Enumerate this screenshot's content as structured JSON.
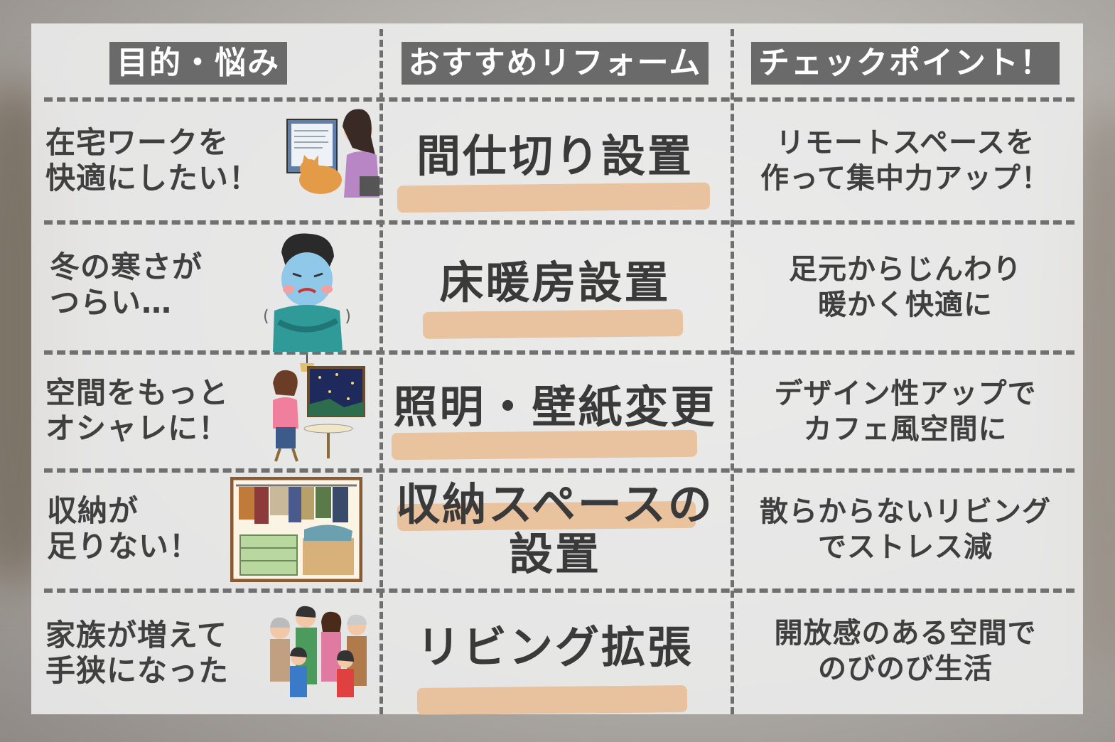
{
  "headers": {
    "purpose": "目的・悩み",
    "reform": "おすすめリフォーム",
    "check": "チェックポイント！"
  },
  "rows": [
    {
      "purpose": "在宅ワークを\n快適にしたい！",
      "reform": "間仕切り設置",
      "check": "リモートスペースを\n作って集中力アップ！",
      "illustration": "woman-at-laptop-with-cat-icon"
    },
    {
      "purpose": "冬の寒さが\nつらい…",
      "reform": "床暖房設置",
      "check": "足元からじんわり\n暖かく快適に",
      "illustration": "shivering-man-icon"
    },
    {
      "purpose": "空間をもっと\nオシャレに！",
      "reform": "照明・壁紙変更",
      "check": "デザイン性アップで\nカフェ風空間に",
      "illustration": "woman-in-cafe-icon"
    },
    {
      "purpose": "収納が\n足りない！",
      "reform": "収納スペースの\n設置",
      "check": "散らからないリビング\nでストレス減",
      "illustration": "messy-closet-icon"
    },
    {
      "purpose": "家族が増えて\n手狭になった",
      "reform": "リビング拡張",
      "check": "開放感のある空間で\nのびのび生活",
      "illustration": "family-group-icon"
    }
  ],
  "colors": {
    "header_bg": "#6a6a6a",
    "marker": "#e8b98c",
    "panel": "#ececec"
  }
}
